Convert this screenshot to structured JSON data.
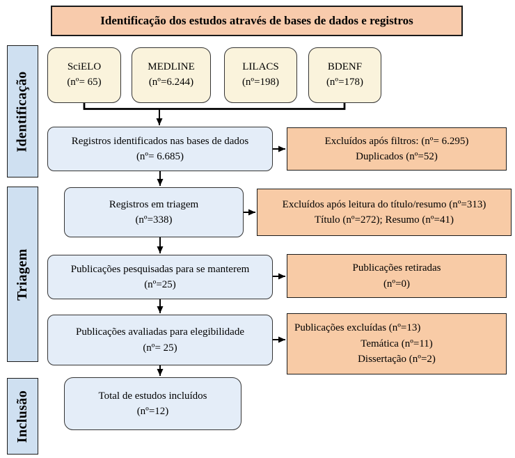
{
  "title": "Identificação dos estudos através de bases de dados e registros",
  "sidebar": {
    "identificacao": "Identificação",
    "triagem": "Triagem",
    "inclusao": "Inclusão"
  },
  "databases": [
    {
      "name": "SciELO",
      "count": "(nº= 65)"
    },
    {
      "name": "MEDLINE",
      "count": "(nº=6.244)"
    },
    {
      "name": "LILACS",
      "count": "(nº=198)"
    },
    {
      "name": "BDENF",
      "count": "(nº=178)"
    }
  ],
  "flow": [
    {
      "line1": "Registros identificados nas bases de dados",
      "line2": "(nº= 6.685)"
    },
    {
      "line1": "Registros em triagem",
      "line2": "(nº=338)"
    },
    {
      "line1": "Publicações pesquisadas para se manterem",
      "line2": "(nº=25)"
    },
    {
      "line1": "Publicações avaliadas para elegibilidade",
      "line2": "(nº= 25)"
    },
    {
      "line1": "Total de estudos incluídos",
      "line2": "(nº=12)"
    }
  ],
  "excluded": [
    {
      "line1": "Excluídos após filtros: (nº= 6.295)",
      "line2": "Duplicados (nº=52)"
    },
    {
      "line1": "Excluídos após leitura do título/resumo (nº=313)",
      "line2": "Título (nº=272); Resumo (nº=41)"
    },
    {
      "line1": "Publicações retiradas",
      "line2": "(nº=0)"
    },
    {
      "line1": "Publicações excluídas (nº=13)",
      "line2": "Temática (nº=11)",
      "line3": "Dissertação (nº=2)"
    }
  ],
  "colors": {
    "title_fill": "#F8CBAC",
    "excluded_fill": "#F8CBA6",
    "flow_fill": "#E4EDF8",
    "sidebar_fill": "#CFE0F1",
    "database_fill": "#FAF3DC",
    "line": "#000000"
  }
}
